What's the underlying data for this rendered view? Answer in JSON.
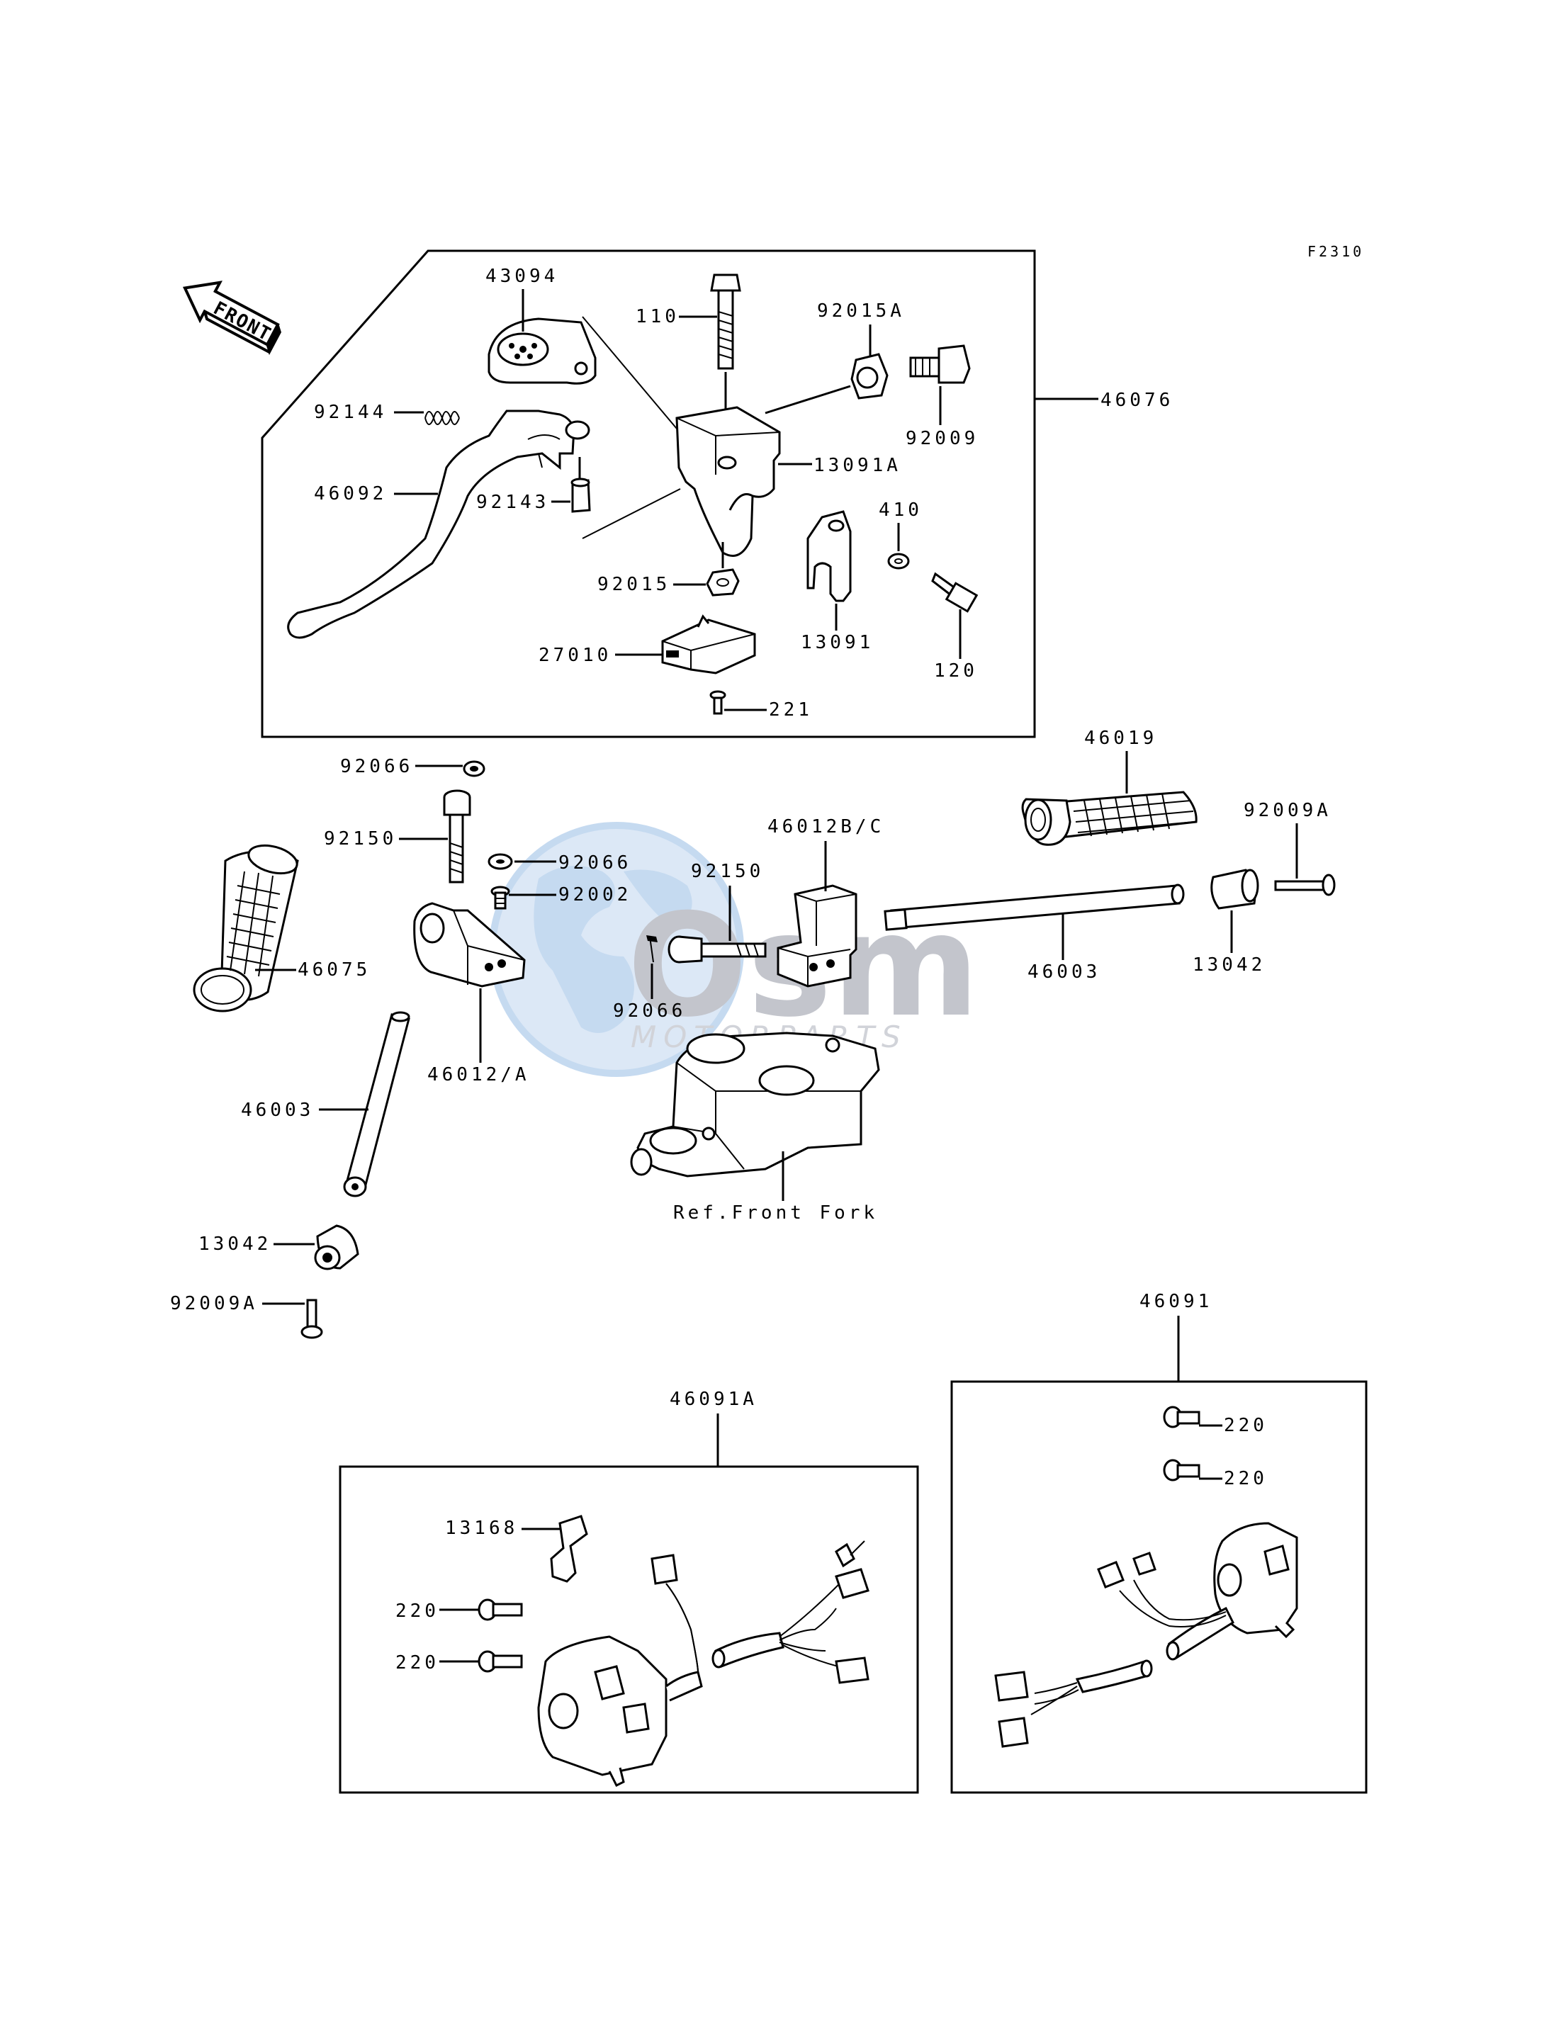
{
  "figure_code": "F2310",
  "front_arrow_label": "FRONT",
  "watermark": {
    "name": "Osm",
    "sub": "MOTORPARTS",
    "globe_color": "#bcd4ee",
    "text_color": "#b9bcc4"
  },
  "labels": {
    "l43094": "43094",
    "l110": "110",
    "l92015A": "92015A",
    "l46076": "46076",
    "l92009": "92009",
    "l92144": "92144",
    "l13091A": "13091A",
    "l46092": "46092",
    "l92143": "92143",
    "l410": "410",
    "l92015": "92015",
    "l13091": "13091",
    "l120": "120",
    "l27010": "27010",
    "l221": "221",
    "l46019": "46019",
    "l92066a": "92066",
    "l92009A_right": "92009A",
    "l46012BC": "46012B/C",
    "l92150a": "92150",
    "l92066b": "92066",
    "l92150b": "92150",
    "l92002": "92002",
    "l46075": "46075",
    "l46003_right": "46003",
    "l13042_right": "13042",
    "l92066c": "92066",
    "l46012A": "46012/A",
    "l46003_left": "46003",
    "ref_front_fork": "Ref.Front Fork",
    "l13042_left": "13042",
    "l92009A_left": "92009A",
    "l46091": "46091",
    "l46091A": "46091A",
    "l220a": "220",
    "l220b": "220",
    "l13168": "13168",
    "l220c": "220",
    "l220d": "220"
  }
}
